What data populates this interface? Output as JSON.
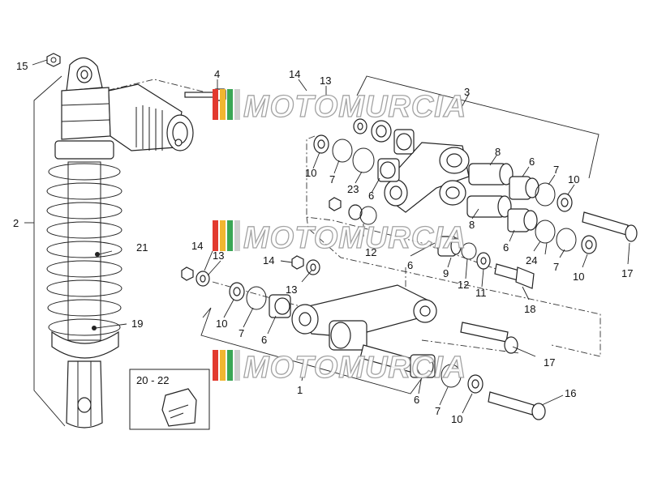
{
  "callouts": {
    "c1": "1",
    "c2": "2",
    "c3": "3",
    "c4": "4",
    "c6a": "6",
    "c6b": "6",
    "c6c": "6",
    "c6d": "6",
    "c6e": "6",
    "c6f": "6",
    "c7a": "7",
    "c7b": "7",
    "c7c": "7",
    "c7d": "7",
    "c7e": "7",
    "c8a": "8",
    "c8b": "8",
    "c9": "9",
    "c10a": "10",
    "c10b": "10",
    "c10c": "10",
    "c10d": "10",
    "c10e": "10",
    "c11": "11",
    "c12a": "12",
    "c12b": "12",
    "c13a": "13",
    "c13b": "13",
    "c13c": "13",
    "c14a": "14",
    "c14b": "14",
    "c14c": "14",
    "c15": "15",
    "c16": "16",
    "c17a": "17",
    "c17b": "17",
    "c18": "18",
    "c19": "19",
    "c21": "21",
    "c23": "23",
    "c24": "24"
  },
  "kit_box": {
    "label": "20 - 22"
  },
  "watermark": {
    "text": "MOTOMURCIA",
    "stripe_colors": [
      "#e23a2e",
      "#f2b630",
      "#3aa655",
      "#cfcfcf"
    ]
  }
}
